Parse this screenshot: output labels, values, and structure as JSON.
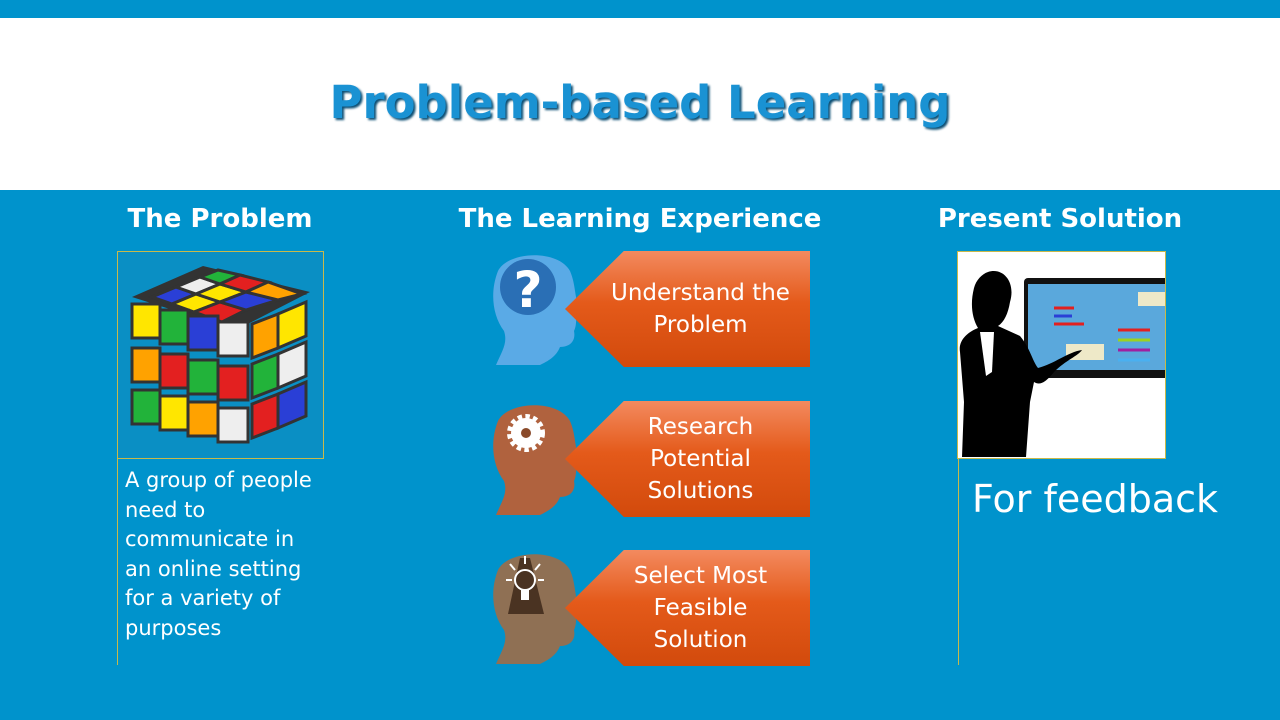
{
  "slide": {
    "title": "Problem-based Learning",
    "columns": [
      {
        "heading": "The Problem",
        "text": "A group of people need to communicate in an online setting for a variety of purposes"
      },
      {
        "heading": "The Learning Experience",
        "steps": [
          {
            "label": "Understand the Problem",
            "icon": "question-mark-head-icon",
            "color": "#5aaae6"
          },
          {
            "label": "Research Potential Solutions",
            "icon": "gear-head-icon",
            "color": "#b0623e"
          },
          {
            "label": "Select Most Feasible Solution",
            "icon": "lightbulb-head-icon",
            "color": "#8f7054"
          }
        ]
      },
      {
        "heading": "Present Solution",
        "text": "For feedback"
      }
    ]
  },
  "colors": {
    "background": "#0093cc",
    "title": "#1a92d3",
    "banner": "#e45a1a"
  }
}
